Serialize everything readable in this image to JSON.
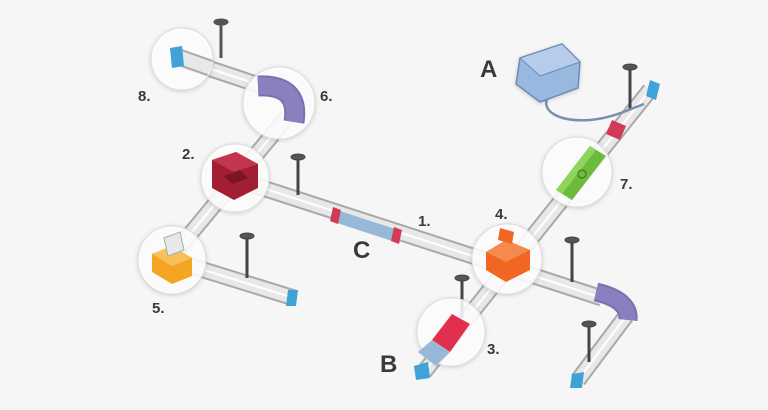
{
  "numbers": {
    "n1": "1.",
    "n2": "2.",
    "n3": "3.",
    "n4": "4.",
    "n5": "5.",
    "n6": "6.",
    "n7": "7.",
    "n8": "8."
  },
  "letters": {
    "a": "A",
    "b": "B",
    "c": "C"
  },
  "colors": {
    "rail_face": "#e8e8e8",
    "rail_edge": "#a9a9a9",
    "rail_end": "#3fa3d8",
    "elbow_purple": "#8a80c0",
    "tee_dark_red": "#a11e35",
    "end_pink": "#e0304e",
    "corner_orange": "#f4a623",
    "cross_orange": "#f06622",
    "clamp_green": "#6dbb3a",
    "joint_red": "#d23a58",
    "joint_blue": "#98b8d8",
    "screw": "#555555",
    "highlight_circle": "#ffffff"
  }
}
